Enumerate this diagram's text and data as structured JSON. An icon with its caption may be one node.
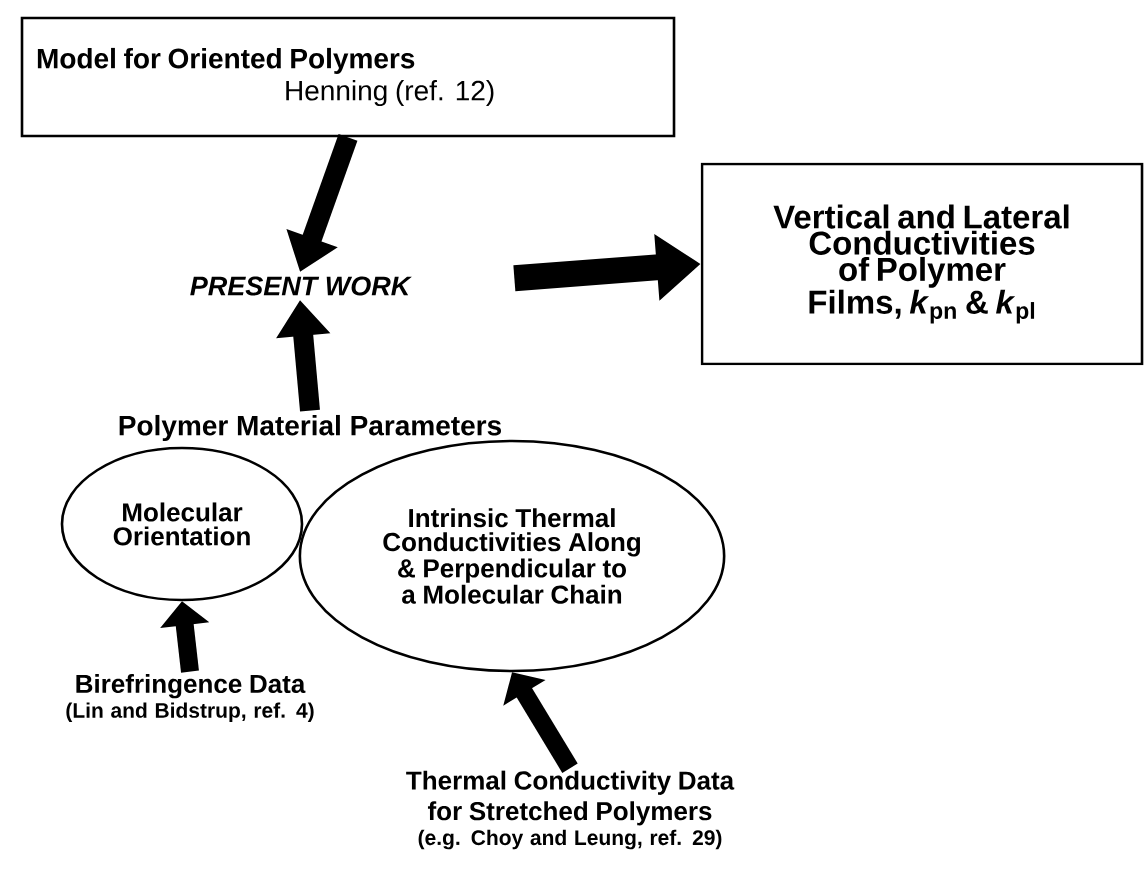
{
  "diagram": {
    "nodes": [
      {
        "text": [
          "Model for Oriented Polymers",
          "Henning (ref. 12)"
        ]
      },
      {
        "text": [
          "PRESENT WORK"
        ]
      },
      {
        "text": [
          "Vertical and Lateral Conductivities of Polymer Films, *k*$_{pn}$ & *k*$_{pl}$"
        ]
      },
      {
        "text": [
          "Polymer Material  Parameters"
        ]
      },
      {
        "text": [
          "Molecular Orientation"
        ]
      },
      {
        "text": [
          "Intrinsic Thermal Conductivities Along & Perpendicular to a Molecular Chain"
        ]
      },
      {
        "text": [
          "Birefringence Data",
          "(Lin and Bidstrup, ref. 4)"
        ]
      },
      {
        "text": [
          "Thermal Conductivity Data for Stretched Polymers",
          "(e.g. Choy and Leung, ref. 29)"
        ]
      }
    ],
    "edges": [
      {
        "from": 0,
        "to": 1,
        "arrow": "to"
      },
      {
        "from": 1,
        "to": 2,
        "arrow": "to"
      },
      {
        "from": 3,
        "to": 1,
        "arrow": "to"
      },
      {
        "from": 6,
        "to": 4,
        "arrow": "to"
      },
      {
        "from": 7,
        "to": 5,
        "arrow": "to"
      }
    ]
  }
}
